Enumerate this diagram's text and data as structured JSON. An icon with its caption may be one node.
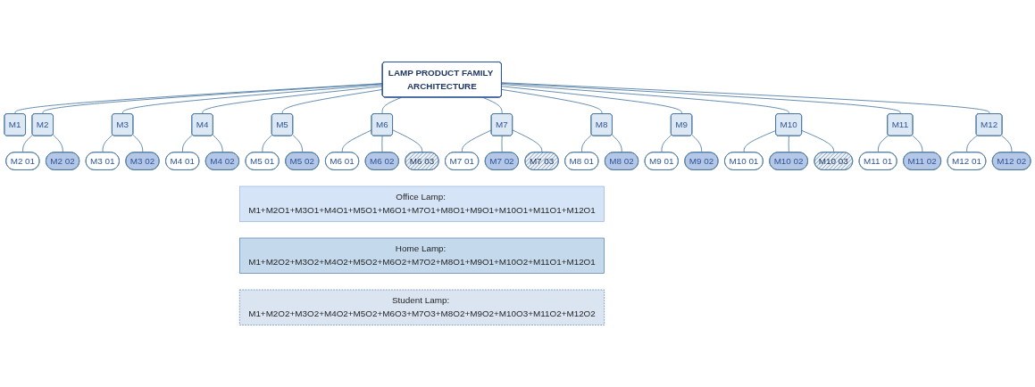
{
  "diagram": {
    "nodes": [
      {
        "text": [
          "LAMP PRODUCT FAMILY ARCHITECTURE"
        ]
      },
      {
        "text": [
          "M1"
        ]
      },
      {
        "text": [
          "M2"
        ]
      },
      {
        "text": [
          "M3"
        ]
      },
      {
        "text": [
          "M4"
        ]
      },
      {
        "text": [
          "M5"
        ]
      },
      {
        "text": [
          "M6"
        ]
      },
      {
        "text": [
          "M7"
        ]
      },
      {
        "text": [
          "M8"
        ]
      },
      {
        "text": [
          "M9"
        ]
      },
      {
        "text": [
          "M10"
        ]
      },
      {
        "text": [
          "M11"
        ]
      },
      {
        "text": [
          "M12"
        ]
      },
      {
        "text": [
          "M2 01"
        ]
      },
      {
        "text": [
          "M2 02"
        ]
      },
      {
        "text": [
          "M3 01"
        ]
      },
      {
        "text": [
          "M3 02"
        ]
      },
      {
        "text": [
          "M4 01"
        ]
      },
      {
        "text": [
          "M4 02"
        ]
      },
      {
        "text": [
          "M5 01"
        ]
      },
      {
        "text": [
          "M5 02"
        ]
      },
      {
        "text": [
          "M6 01"
        ]
      },
      {
        "text": [
          "M6 02"
        ]
      },
      {
        "text": [
          "M6 03"
        ]
      },
      {
        "text": [
          "M7 01"
        ]
      },
      {
        "text": [
          "M7 02"
        ]
      },
      {
        "text": [
          "M7 03"
        ]
      },
      {
        "text": [
          "M8 01"
        ]
      },
      {
        "text": [
          "M8 02"
        ]
      },
      {
        "text": [
          "M9 01"
        ]
      },
      {
        "text": [
          "M9 02"
        ]
      },
      {
        "text": [
          "M10 01"
        ]
      },
      {
        "text": [
          "M10 02"
        ]
      },
      {
        "text": [
          "M10 03"
        ]
      },
      {
        "text": [
          "M11 01"
        ]
      },
      {
        "text": [
          "M11 02"
        ]
      },
      {
        "text": [
          "M12 01"
        ]
      },
      {
        "text": [
          "M12 02"
        ]
      },
      {
        "text": [
          "Office Lamp: M1+M2O1+M3O1+M4O1+M5O1+M6O1+M7O1+M8O1+M9O1+M10O1+M11O1+M12O1"
        ]
      },
      {
        "text": [
          "Home Lamp: M1+M2O2+M3O2+M4O2+M5O2+M6O2+M7O2+M8O1+M9O1+M10O2+M11O1+M12O1"
        ]
      },
      {
        "text": [
          "Student Lamp: M1+M2O2+M3O2+M4O2+M5O2+M6O3+M7O3+M8O2+M9O2+M10O3+M11O2+M12O2"
        ]
      }
    ],
    "edges": [
      {
        "from": 0,
        "to": 1,
        "arrow": "none"
      },
      {
        "from": 0,
        "to": 2,
        "arrow": "none"
      },
      {
        "from": 0,
        "to": 3,
        "arrow": "none"
      },
      {
        "from": 0,
        "to": 4,
        "arrow": "none"
      },
      {
        "from": 0,
        "to": 5,
        "arrow": "none"
      },
      {
        "from": 0,
        "to": 6,
        "arrow": "none"
      },
      {
        "from": 0,
        "to": 7,
        "arrow": "none"
      },
      {
        "from": 0,
        "to": 8,
        "arrow": "none"
      },
      {
        "from": 0,
        "to": 9,
        "arrow": "none"
      },
      {
        "from": 0,
        "to": 10,
        "arrow": "none"
      },
      {
        "from": 0,
        "to": 11,
        "arrow": "none"
      },
      {
        "from": 0,
        "to": 12,
        "arrow": "none"
      },
      {
        "from": 2,
        "to": 13,
        "arrow": "none"
      },
      {
        "from": 2,
        "to": 14,
        "arrow": "none"
      },
      {
        "from": 3,
        "to": 15,
        "arrow": "none"
      },
      {
        "from": 3,
        "to": 16,
        "arrow": "none"
      },
      {
        "from": 4,
        "to": 17,
        "arrow": "none"
      },
      {
        "from": 4,
        "to": 18,
        "arrow": "none"
      },
      {
        "from": 5,
        "to": 19,
        "arrow": "none"
      },
      {
        "from": 5,
        "to": 20,
        "arrow": "none"
      },
      {
        "from": 6,
        "to": 21,
        "arrow": "none"
      },
      {
        "from": 6,
        "to": 22,
        "arrow": "none"
      },
      {
        "from": 6,
        "to": 23,
        "arrow": "none"
      },
      {
        "from": 7,
        "to": 24,
        "arrow": "none"
      },
      {
        "from": 7,
        "to": 25,
        "arrow": "none"
      },
      {
        "from": 7,
        "to": 26,
        "arrow": "none"
      },
      {
        "from": 8,
        "to": 27,
        "arrow": "none"
      },
      {
        "from": 8,
        "to": 28,
        "arrow": "none"
      },
      {
        "from": 9,
        "to": 29,
        "arrow": "none"
      },
      {
        "from": 9,
        "to": 30,
        "arrow": "none"
      },
      {
        "from": 10,
        "to": 31,
        "arrow": "none"
      },
      {
        "from": 10,
        "to": 32,
        "arrow": "none"
      },
      {
        "from": 10,
        "to": 33,
        "arrow": "none"
      },
      {
        "from": 11,
        "to": 34,
        "arrow": "none"
      },
      {
        "from": 11,
        "to": 35,
        "arrow": "none"
      },
      {
        "from": 12,
        "to": 36,
        "arrow": "none"
      },
      {
        "from": 12,
        "to": 37,
        "arrow": "none"
      }
    ]
  }
}
